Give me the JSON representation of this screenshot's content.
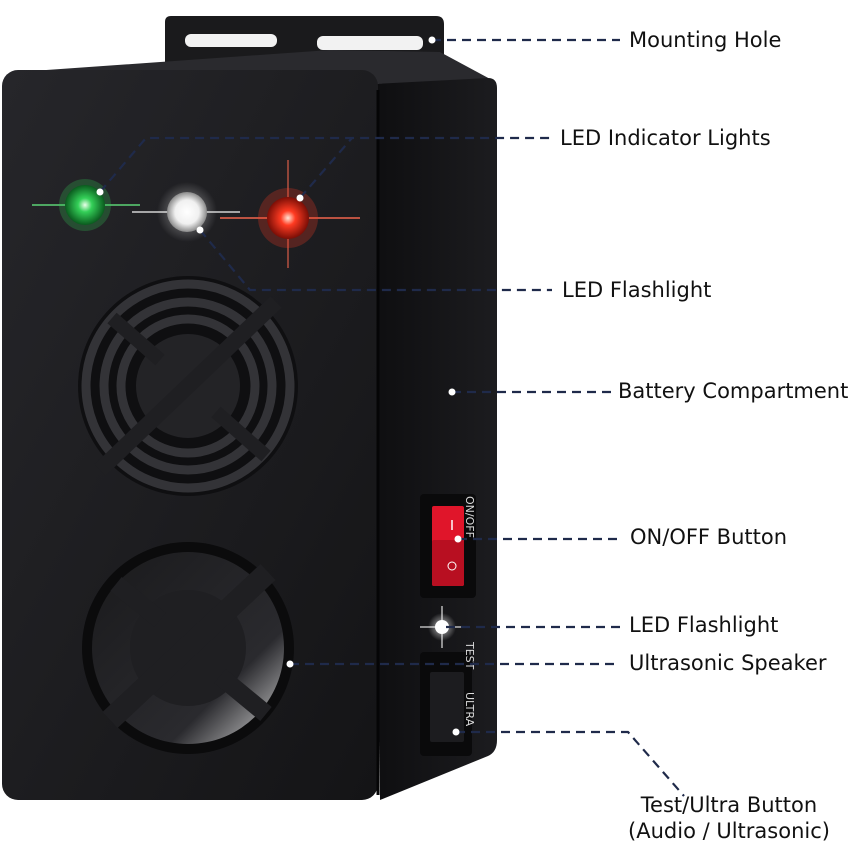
{
  "colors": {
    "device_body": "#1c1c1e",
    "device_side": "#111113",
    "leader_line": "#1f2a4a",
    "led_green": "#34d058",
    "led_white": "#ffffff",
    "led_red": "#ff3b22",
    "switch_red": "#e0152a"
  },
  "switch": {
    "onoff_text": "ON/OFF",
    "test_text": "TEST",
    "ultra_text": "ULTRA"
  },
  "labels": {
    "mounting_hole": "Mounting Hole",
    "led_indicator": "LED Indicator Lights",
    "led_flashlight_top": "LED Flashlight",
    "battery": "Battery Compartment",
    "onoff_button": "ON/OFF Button",
    "led_flashlight_side": "LED Flashlight",
    "ultrasonic_speaker": "Ultrasonic Speaker",
    "test_ultra_line1": "Test/Ultra Button",
    "test_ultra_line2": "(Audio / Ultrasonic)"
  }
}
